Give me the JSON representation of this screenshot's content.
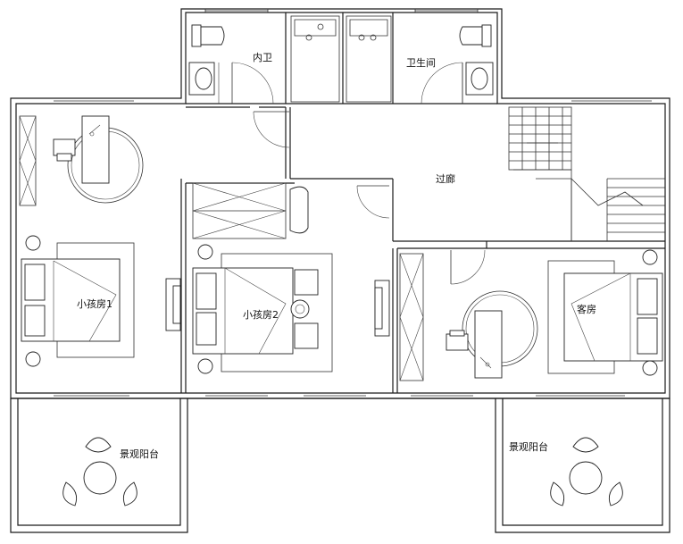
{
  "rooms": {
    "inner_bath": "内卫",
    "public_bath": "卫生间",
    "corridor": "过廊",
    "kid_room_1": "小孩房1",
    "kid_room_2": "小孩房2",
    "guest_room": "客房",
    "balcony_left": "景观阳台",
    "balcony_right": "景观阳台"
  },
  "icons": [
    "toilet-icon",
    "sink-icon",
    "shower-icon",
    "bed-icon",
    "desk-icon",
    "chair-icon",
    "wardrobe-icon",
    "stair-icon",
    "round-rug-icon",
    "lounge-chair-icon",
    "round-table-icon",
    "door-swing-icon",
    "sofa-icon"
  ],
  "colors": {
    "line": "#1a1a1a",
    "background": "#ffffff",
    "hatch": "#d9d9d9"
  }
}
